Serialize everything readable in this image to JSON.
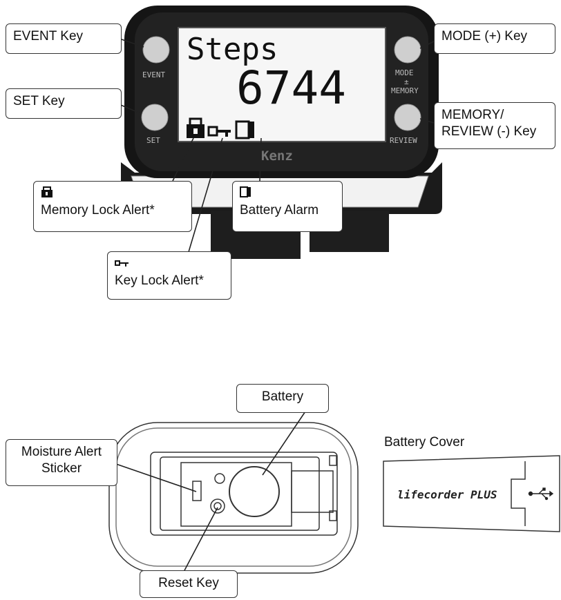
{
  "device_top": {
    "screen": {
      "title": "Steps",
      "value": "6744"
    },
    "button_labels": {
      "event": "EVENT",
      "set": "SET",
      "mode": "MODE",
      "plus_minus": "±",
      "memory": "MEMORY",
      "review": "REVIEW"
    },
    "brand": "Kenz"
  },
  "callouts": {
    "event_key": "EVENT Key",
    "set_key": "SET Key",
    "mode_key": "MODE (+) Key",
    "memory_review_key": {
      "line1": "MEMORY/",
      "line2": "REVIEW (-) Key"
    },
    "memory_lock": "Memory Lock Alert*",
    "battery_alarm": "Battery Alarm",
    "key_lock": "Key Lock Alert*",
    "battery": "Battery",
    "moisture": {
      "line1": "Moisture Alert",
      "line2": "Sticker"
    },
    "reset_key": "Reset Key",
    "battery_cover": "Battery Cover"
  },
  "battery_cover": {
    "logo": "lifecorder PLUS",
    "usb_icon": "usb-icon"
  }
}
